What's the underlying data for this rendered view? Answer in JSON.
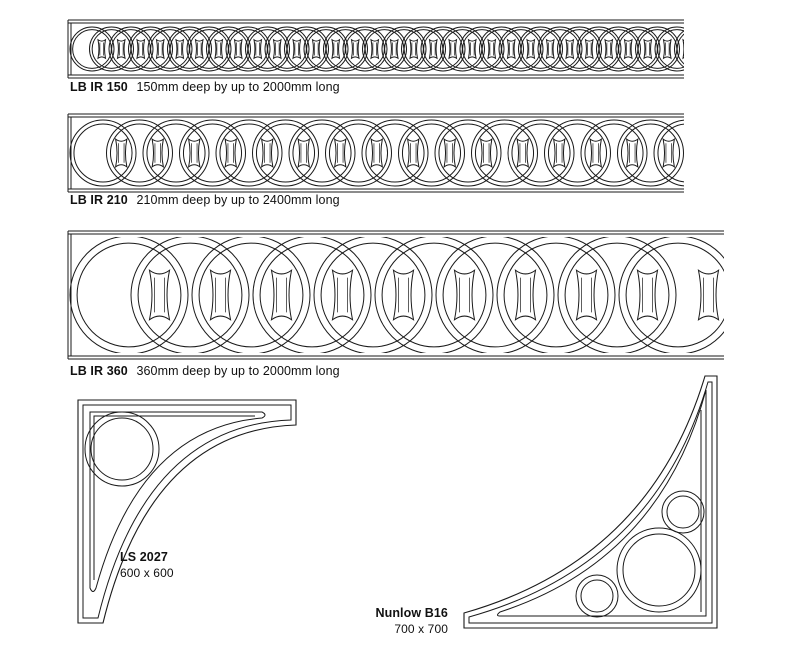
{
  "panels": [
    {
      "code": "LB IR 150",
      "desc": "150mm deep by up to 2000mm long"
    },
    {
      "code": "LB IR 210",
      "desc": "210mm deep by up to 2400mm long"
    },
    {
      "code": "LB IR 360",
      "desc": "360mm deep by up to 2000mm long"
    }
  ],
  "brackets": [
    {
      "code": "LS 2027",
      "size": "600 x 600"
    },
    {
      "code": "Nunlow B16",
      "size": "700 x 700"
    }
  ]
}
